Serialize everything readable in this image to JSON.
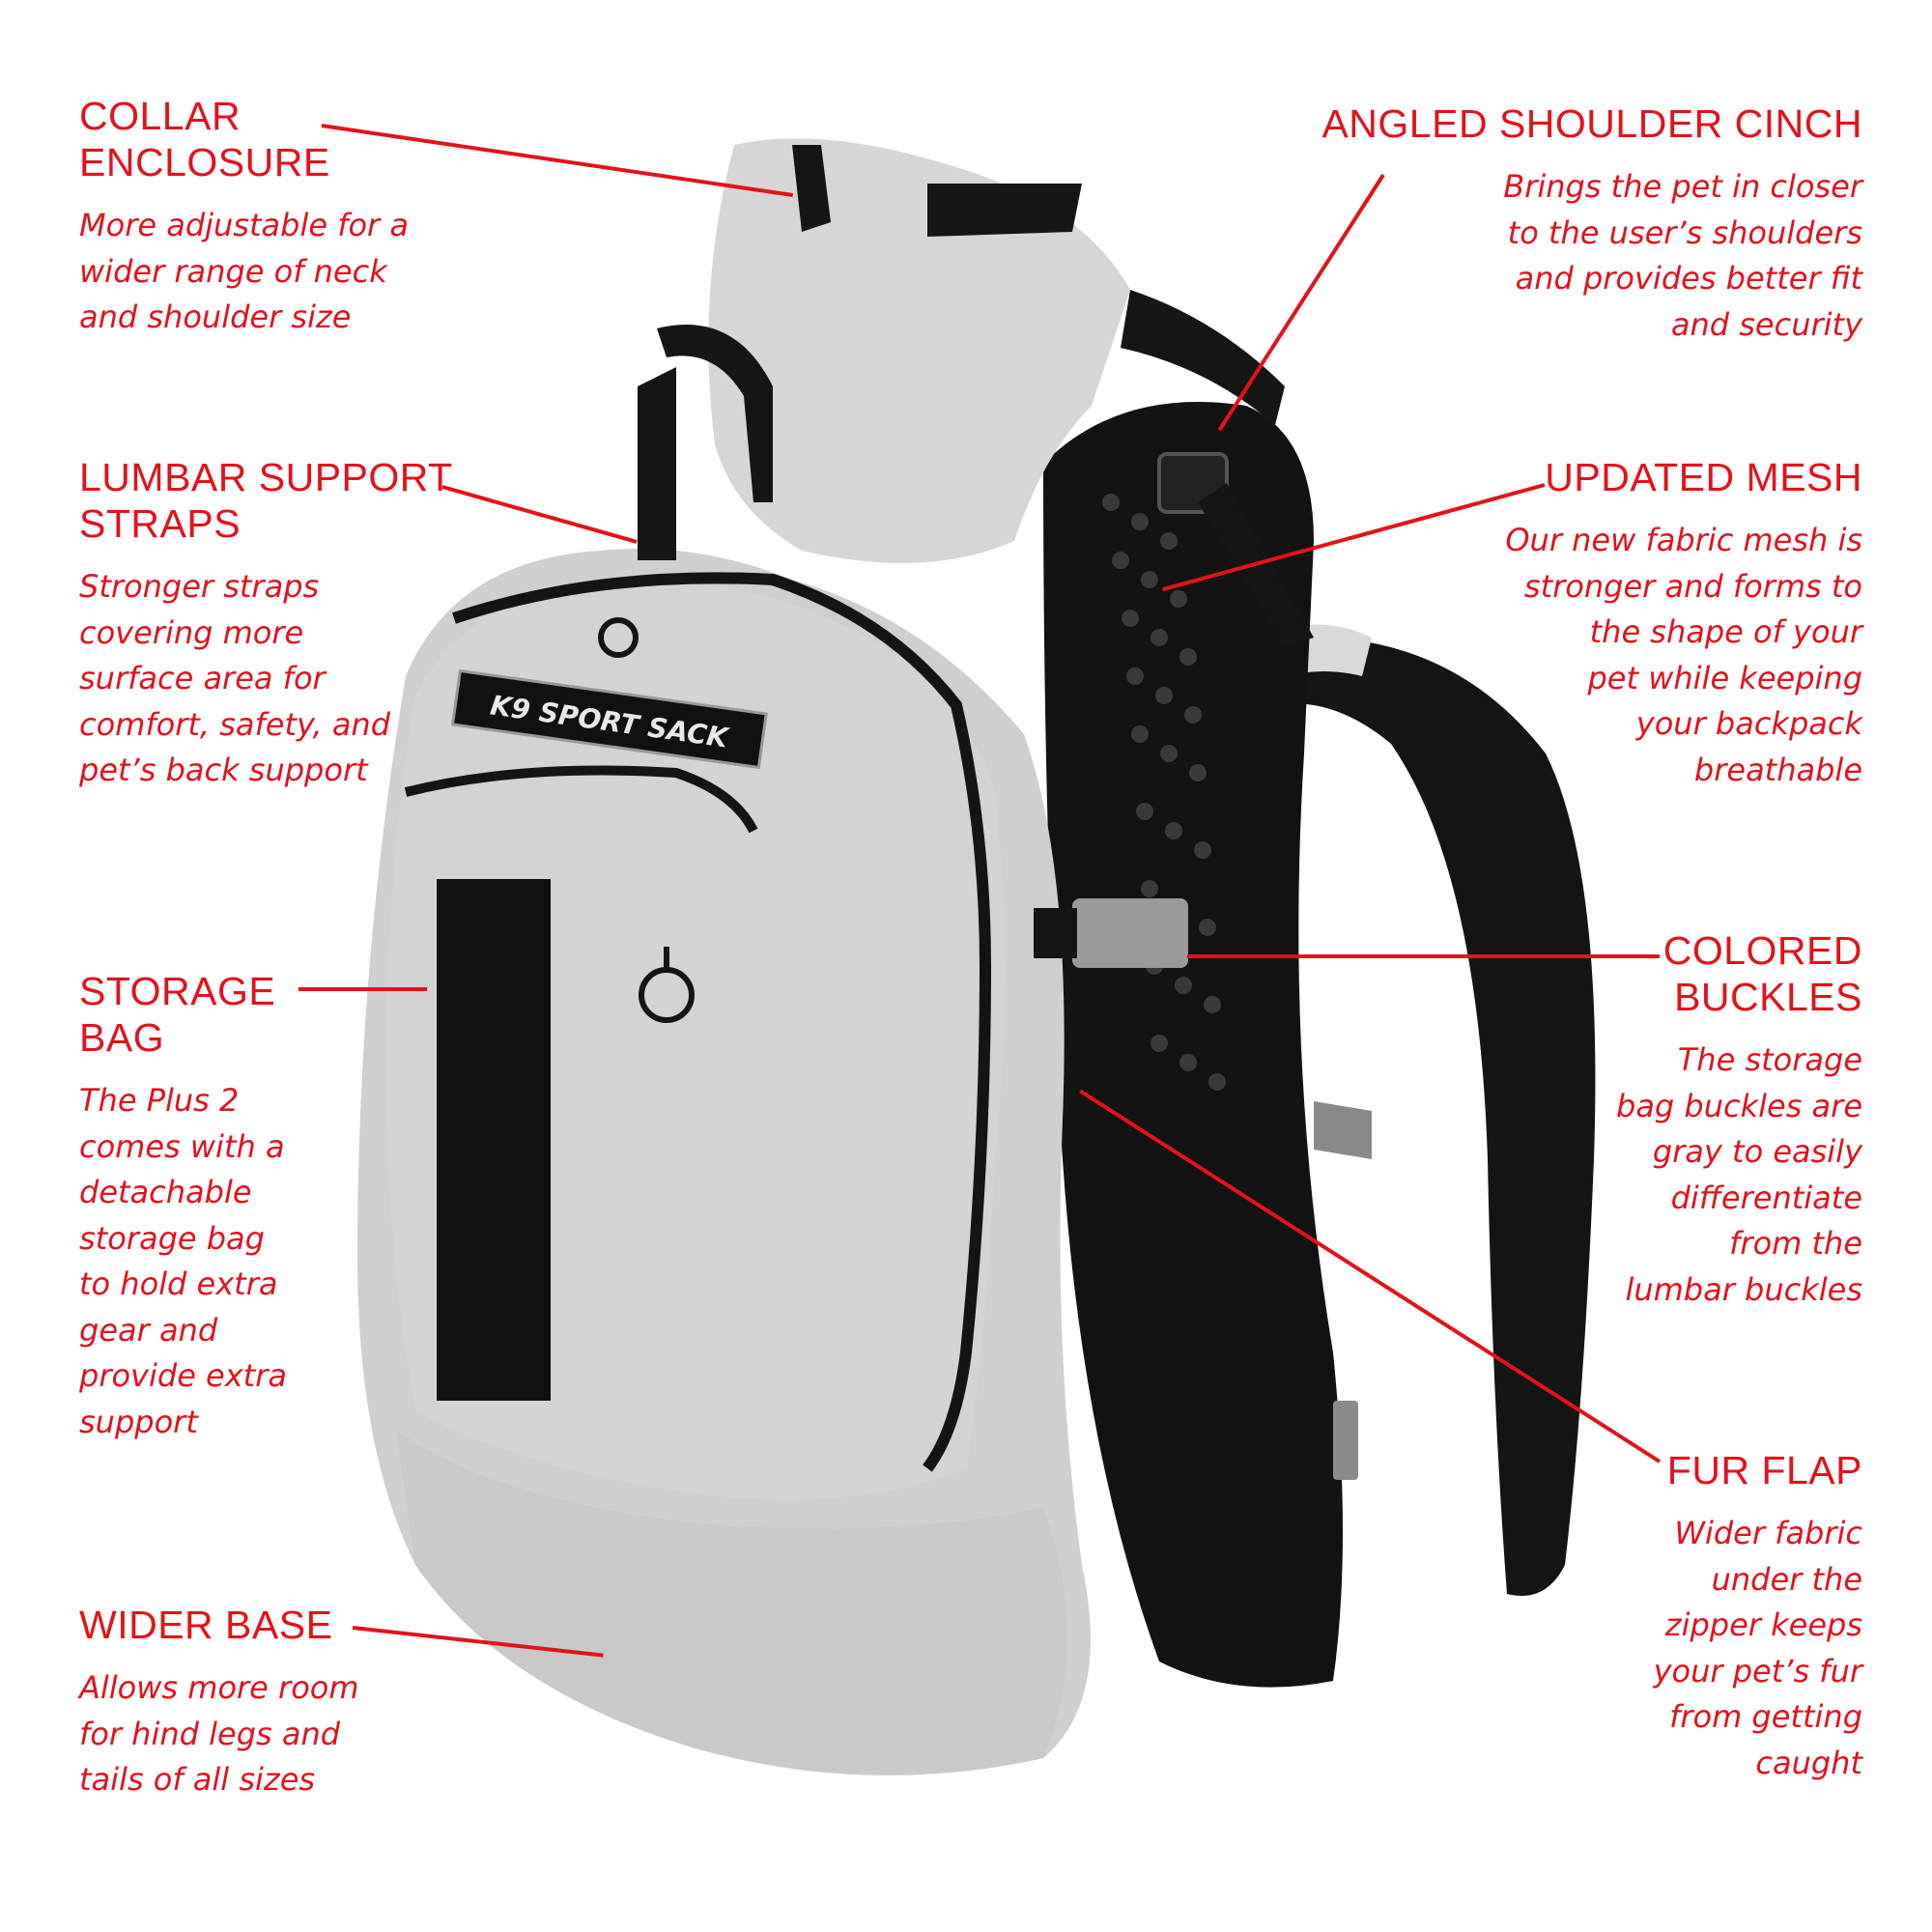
{
  "callouts": {
    "collar_enclosure": {
      "title": "COLLAR\nENCLOSURE",
      "desc": "More adjustable for a\nwider range of neck\nand shoulder size"
    },
    "lumbar_support_straps": {
      "title": "LUMBAR SUPPORT\nSTRAPS",
      "desc": "Stronger straps\ncovering more\nsurface area for\ncomfort, safety, and\npet’s back support"
    },
    "storage_bag": {
      "title": "STORAGE\nBAG",
      "desc": "The Plus 2\ncomes with a\ndetachable\nstorage bag\nto hold extra\ngear and\nprovide extra\nsupport"
    },
    "wider_base": {
      "title": "WIDER BASE",
      "desc": "Allows more room\nfor hind legs and\ntails of all sizes"
    },
    "angled_shoulder_cinch": {
      "title": "ANGLED SHOULDER CINCH",
      "desc": "Brings the pet in closer\nto the user’s shoulders\nand provides better fit\nand security"
    },
    "updated_mesh": {
      "title": "UPDATED MESH",
      "desc": "Our new fabric mesh is\nstronger and forms to\nthe shape of your\npet while keeping\nyour backpack\nbreathable"
    },
    "colored_buckles": {
      "title": "COLORED\nBUCKLES",
      "desc": "The storage\nbag buckles are\ngray to easily\ndifferentiate\nfrom the\nlumbar buckles"
    },
    "fur_flap": {
      "title": "FUR FLAP",
      "desc": "Wider fabric\nunder the\nzipper keeps\nyour pet’s fur\nfrom getting\ncaught"
    }
  },
  "product": {
    "logo_text": "K9 SPORT SACK",
    "colors": {
      "callout_red": "#e3121b",
      "fabric_gray": "#d2d2d2",
      "strap_black": "#111111",
      "buckle_gray": "#9a9a9a"
    }
  }
}
